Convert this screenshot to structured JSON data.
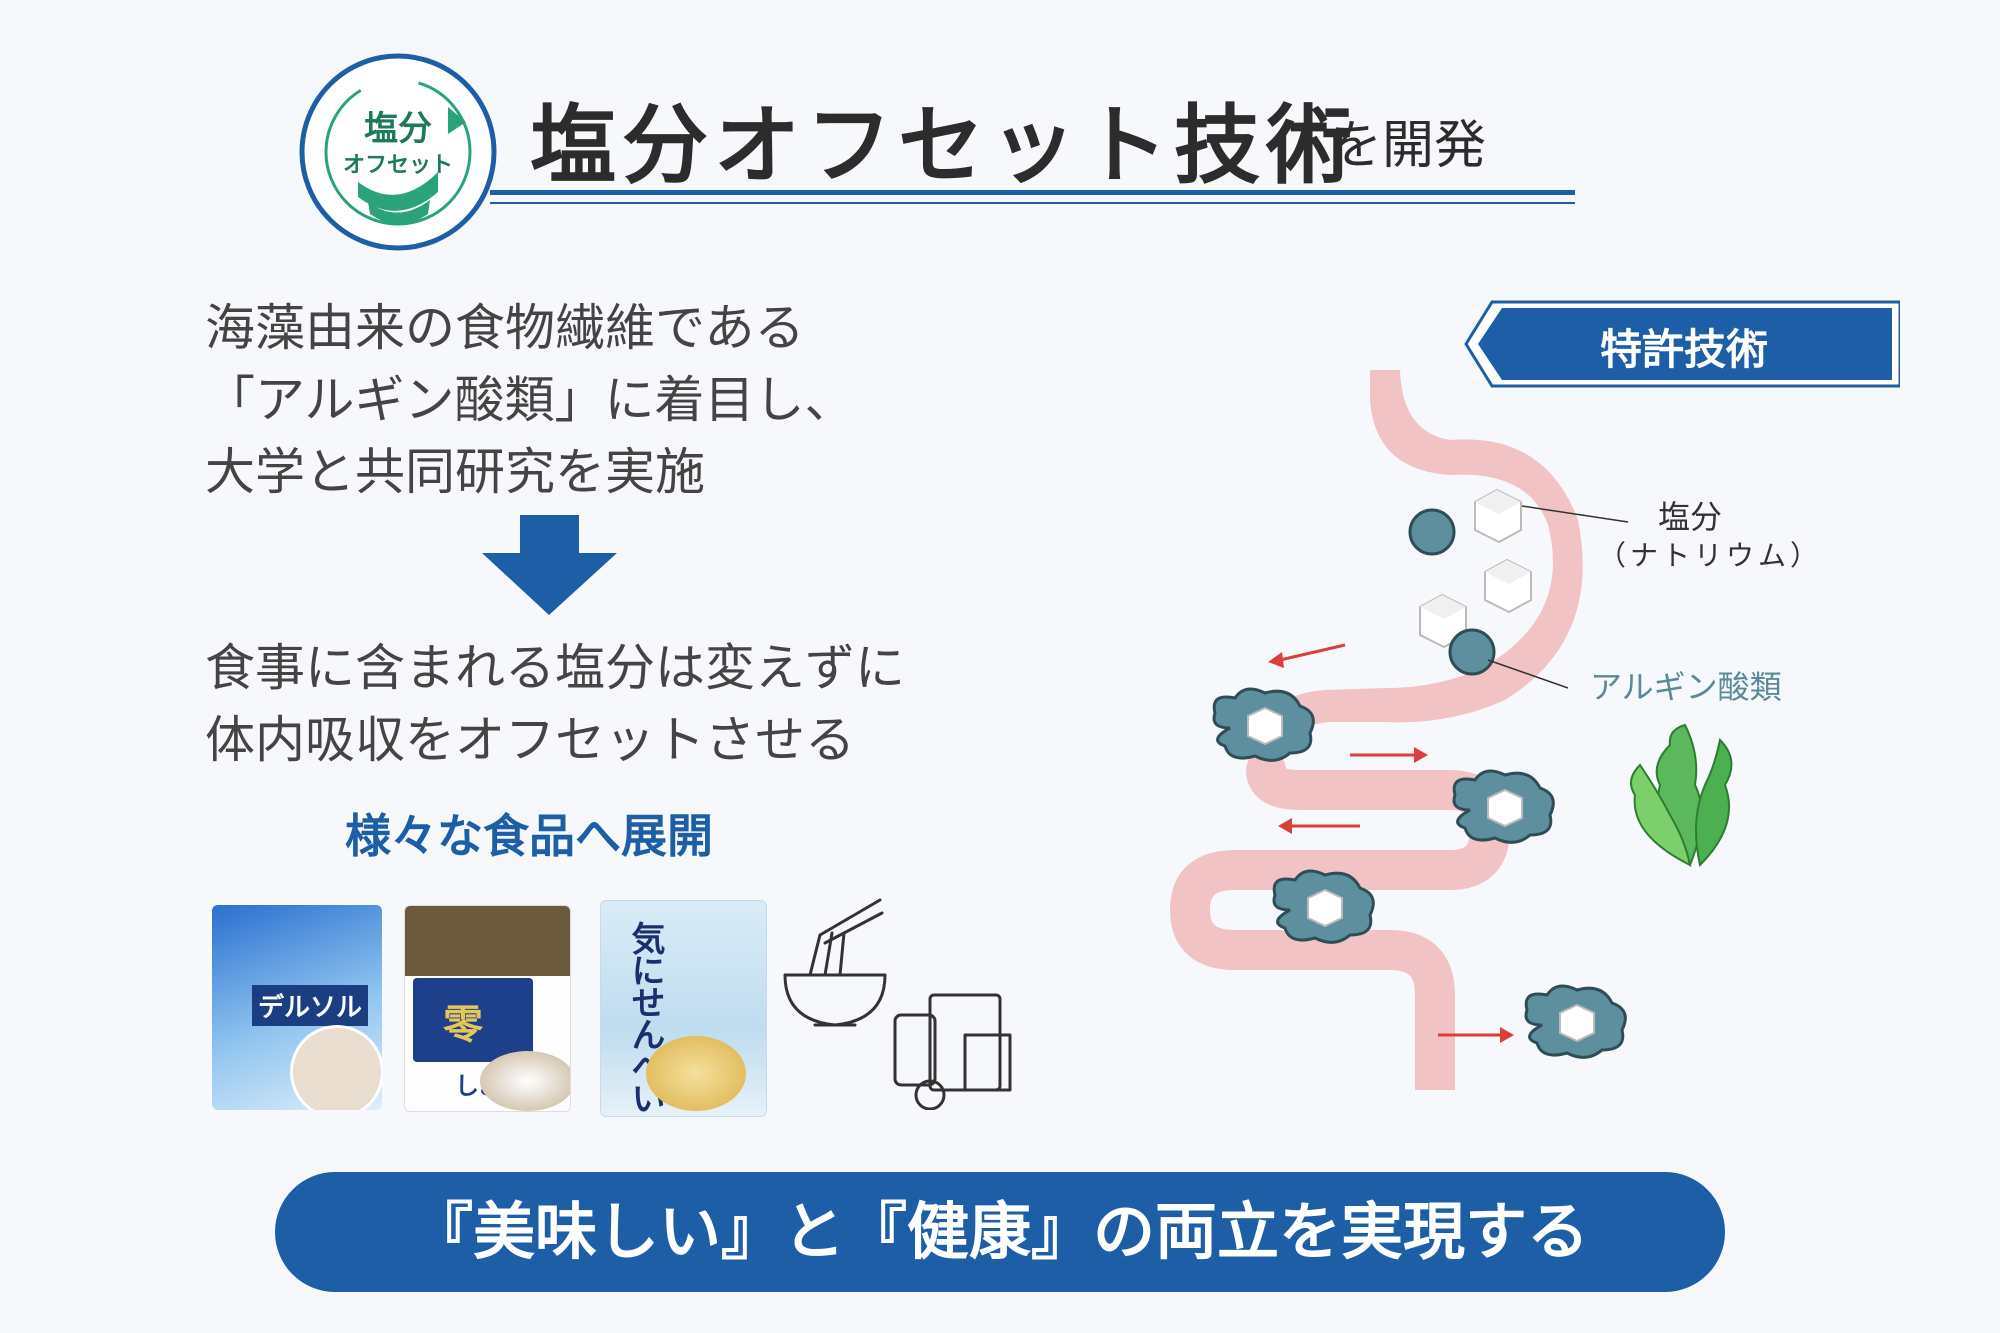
{
  "header": {
    "logo_line1": "塩分",
    "logo_line2": "オフセット",
    "title": "塩分オフセット技術",
    "title_suffix": "を開発"
  },
  "intro": {
    "lines": [
      "海藻由来の食物繊維である",
      "「アルギン酸類」に着目し、",
      "大学と共同研究を実施"
    ]
  },
  "result": {
    "lines": [
      "食事に含まれる塩分は変えずに",
      "体内吸収をオフセットさせる"
    ]
  },
  "expand_label": "様々な食品へ展開",
  "products": {
    "delsol_name": "デルソル",
    "zero_kanji": "零",
    "zero_name": "しお",
    "senbei_name": "気にせんべい"
  },
  "patent_badge": "特許技術",
  "diagram": {
    "salt_label": "塩分",
    "salt_sub": "（ナトリウム）",
    "alginate_label": "アルギン酸類"
  },
  "banner": "『美味しい』と『健康』の両立を実現する",
  "colors": {
    "primary_blue": "#1d5ea6",
    "logo_green": "#2aa37a",
    "stomach_pink": "#f2c3c4",
    "alginate_teal": "#5e8f9e",
    "arrow_red": "#d9403a"
  }
}
